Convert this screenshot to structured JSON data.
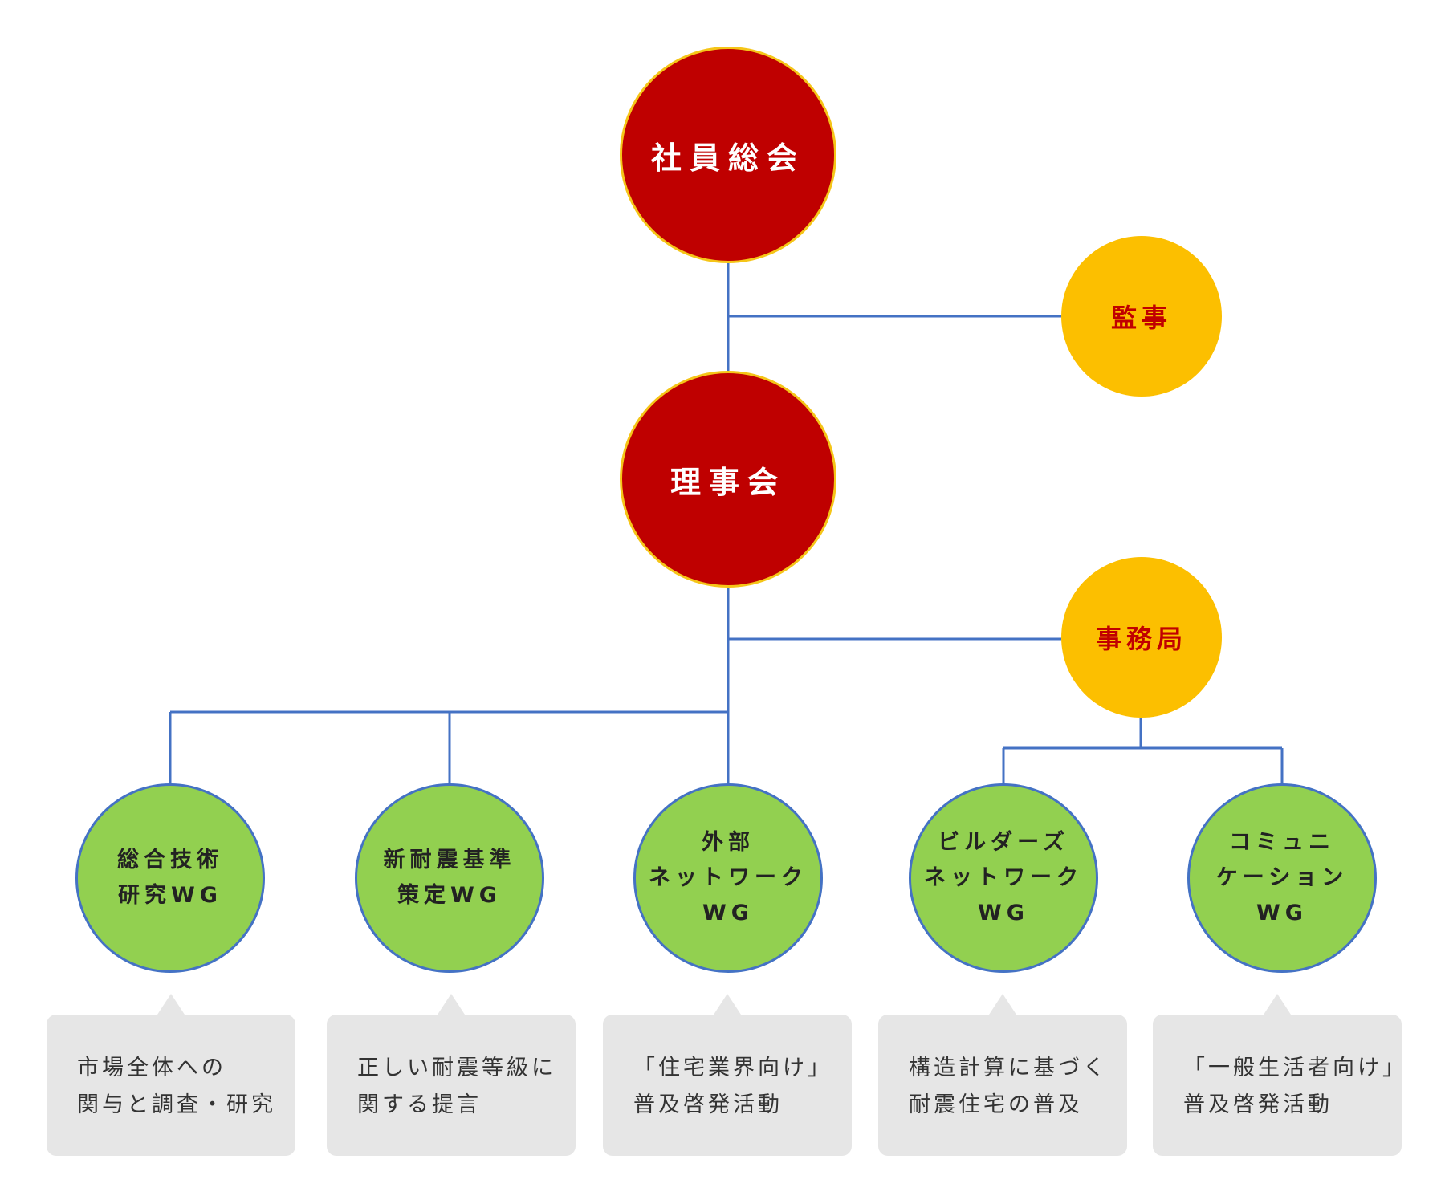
{
  "colors": {
    "connector": "#4472c4",
    "governance_fill": "#bf0000",
    "governance_border": "#f5c518",
    "support_fill": "#fcbf00",
    "support_text": "#c00000",
    "wg_fill": "#92d050",
    "wg_border": "#4472c4",
    "callout_fill": "#e6e6e6"
  },
  "governance": {
    "general_meeting": "社員総会",
    "board": "理事会"
  },
  "support": {
    "auditor": "監事",
    "secretariat": "事務局"
  },
  "working_groups": [
    {
      "lines": [
        "総合技術",
        "研究WG"
      ],
      "description": [
        "市場全体への",
        "関与と調査・研究"
      ]
    },
    {
      "lines": [
        "新耐震基準",
        "策定WG"
      ],
      "description": [
        "正しい耐震等級に",
        "関する提言"
      ]
    },
    {
      "lines": [
        "外部",
        "ネットワーク",
        "WG"
      ],
      "description": [
        "「住宅業界向け」",
        "普及啓発活動"
      ]
    },
    {
      "lines": [
        "ビルダーズ",
        "ネットワーク",
        "WG"
      ],
      "description": [
        "構造計算に基づく",
        "耐震住宅の普及"
      ]
    },
    {
      "lines": [
        "コミュニ",
        "ケーション",
        "WG"
      ],
      "description": [
        "「一般生活者向け」",
        "普及啓発活動"
      ]
    }
  ]
}
